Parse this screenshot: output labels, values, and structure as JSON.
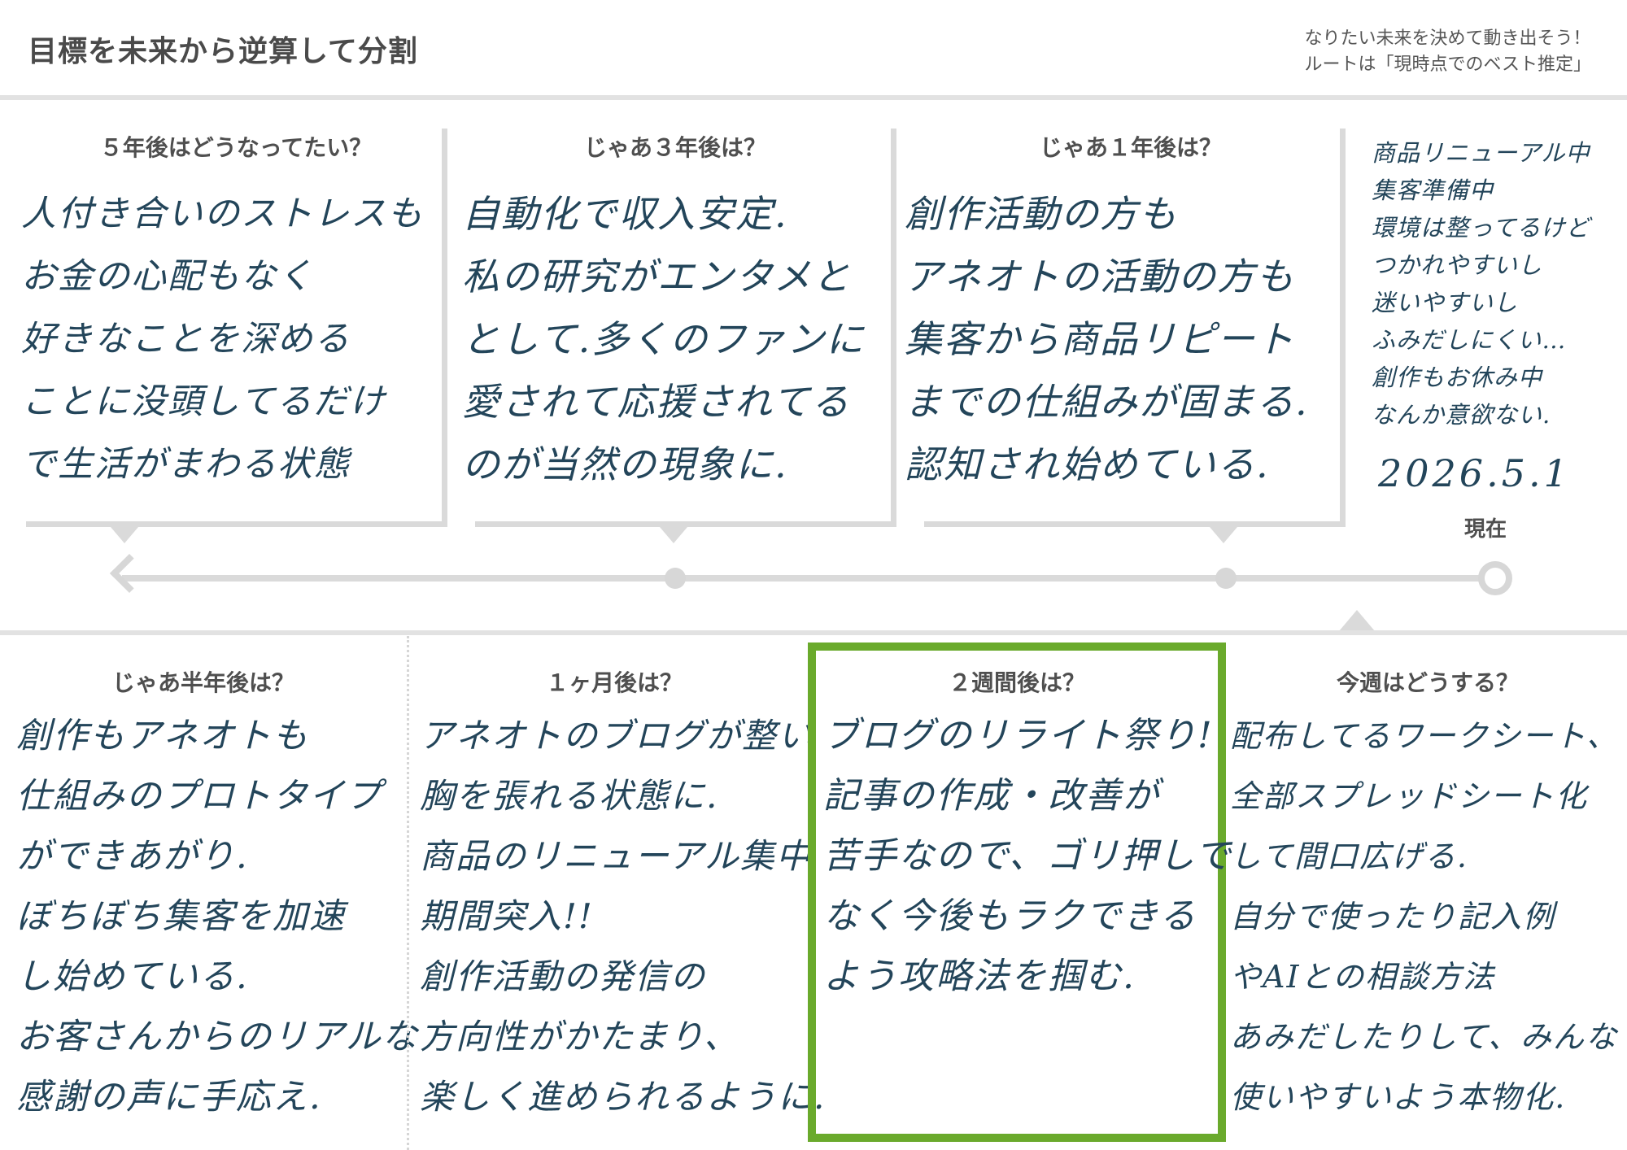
{
  "header": {
    "title": "目標を未来から逆算して分割",
    "note_line1": "なりたい未来を決めて動き出そう！",
    "note_line2": "ルートは「現時点でのベスト推定」"
  },
  "top": {
    "five_year": {
      "heading": "５年後はどうなってたい？",
      "lines": [
        "人付き合いのストレスも",
        "お金の心配もなく",
        "好きなことを深める",
        "ことに没頭してるだけ",
        "で生活がまわる状態"
      ]
    },
    "three_year": {
      "heading": "じゃあ３年後は？",
      "lines": [
        "自動化で収入安定.",
        "私の研究がエンタメと",
        "として.多くのファンに",
        "愛されて応援されてる",
        "のが当然の現象に."
      ]
    },
    "one_year": {
      "heading": "じゃあ１年後は？",
      "lines": [
        "創作活動の方も",
        "アネオトの活動の方も",
        "集客から商品リピート",
        "までの仕組みが固まる.",
        "認知され始めている."
      ]
    },
    "current": {
      "lines": [
        "商品リニューアル中",
        "集客準備中",
        "環境は整ってるけど",
        "つかれやすいし",
        "迷いやすいし",
        "ふみだしにくい…",
        "創作もお休み中",
        "なんか意欲ない."
      ],
      "date": "2026.5.1",
      "label": "現在"
    }
  },
  "bottom": {
    "half_year": {
      "heading": "じゃあ半年後は？",
      "lines": [
        "創作もアネオトも",
        "仕組みのプロトタイプ",
        "ができあがり.",
        "ぼちぼち集客を加速",
        "し始めている.",
        "お客さんからのリアルな",
        "感謝の声に手応え."
      ]
    },
    "one_month": {
      "heading": "１ヶ月後は？",
      "lines": [
        "アネオトのブログが整い",
        "胸を張れる状態に.",
        "商品のリニューアル集中",
        "期間突入!!",
        "創作活動の発信の",
        "方向性がかたまり、",
        "楽しく進められるように."
      ]
    },
    "two_weeks": {
      "heading": "２週間後は？",
      "lines": [
        "ブログのリライト祭り!",
        "記事の作成・改善が",
        "苦手なので、ゴリ押しで",
        "なく今後もラクできる",
        "よう攻略法を掴む."
      ]
    },
    "this_week": {
      "heading": "今週はどうする？",
      "lines": [
        "配布してるワークシート、",
        "全部スプレッドシート化",
        "して間口広げる.",
        "自分で使ったり記入例",
        "やAIとの相談方法",
        "あみだしたりして、みんな",
        "使いやすいよう本物化."
      ]
    }
  },
  "colors": {
    "handwriting": "#23455a",
    "highlight": "#6aaa2c",
    "lines": "#dadada"
  }
}
